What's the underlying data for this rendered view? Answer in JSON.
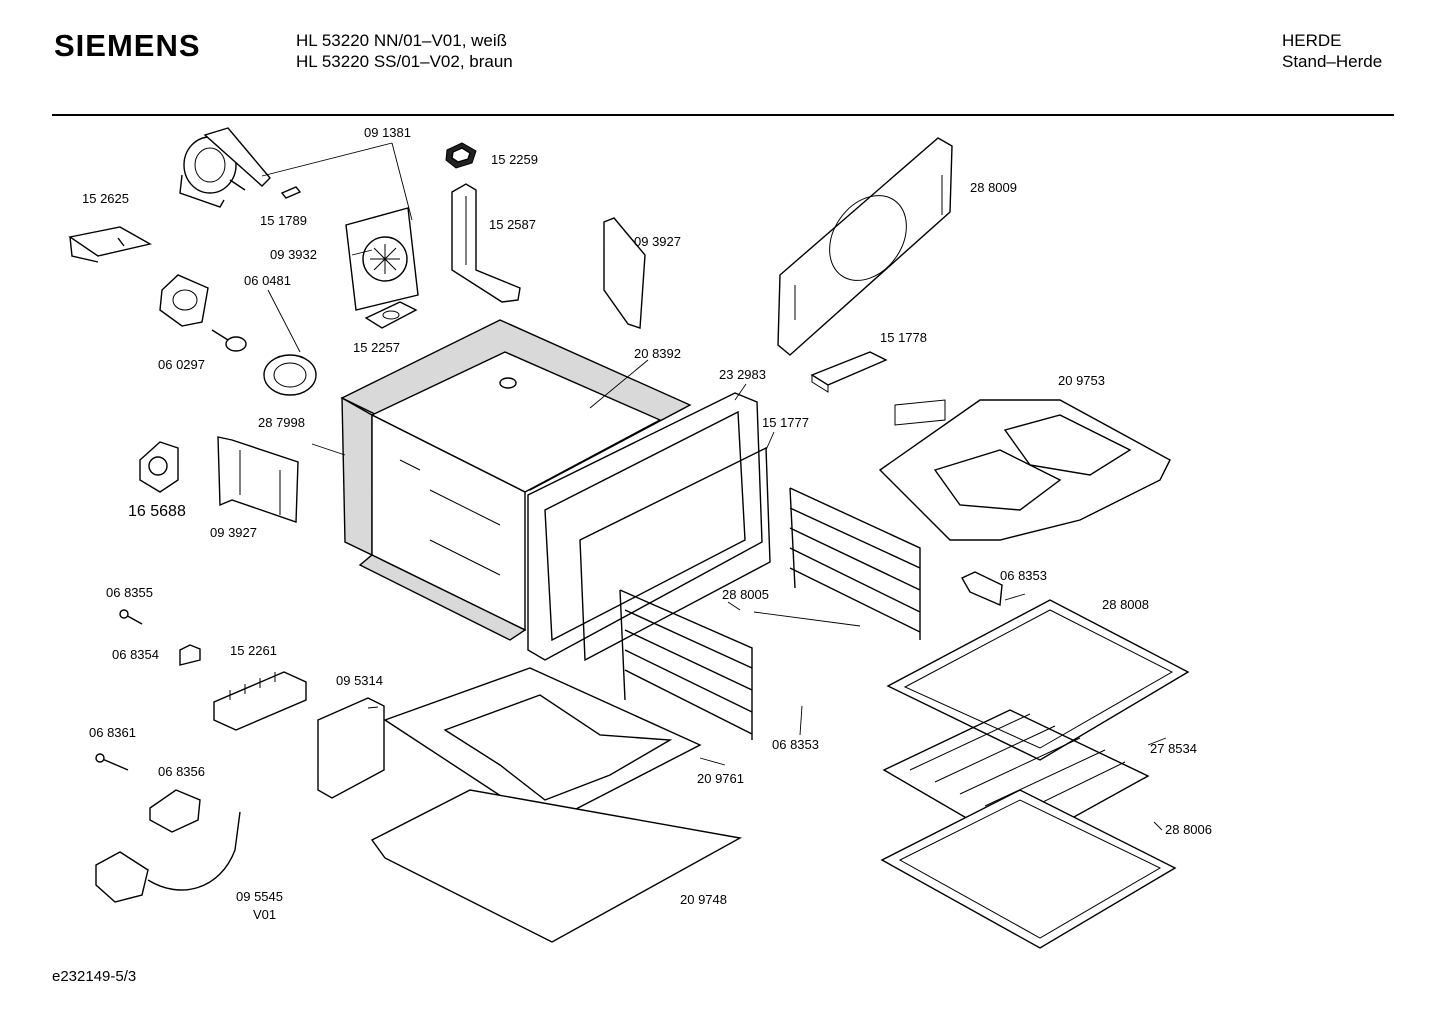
{
  "header": {
    "brand": "SIEMENS",
    "model_line_1": "HL 53220 NN/01–V01, weiß",
    "model_line_2": "HL 53220 SS/01–V02, braun",
    "category_line_1": "HERDE",
    "category_line_2": "Stand–Herde"
  },
  "footer": {
    "document_id": "e232149-5/3"
  },
  "part_numbers": {
    "p091381": "09 1381",
    "p152259": "15 2259",
    "p288009": "28 8009",
    "p152625": "15 2625",
    "p151789": "15 1789",
    "p152587": "15 2587",
    "p093927a": "09 3927",
    "p093932": "09 3932",
    "p060481": "06 0481",
    "p152257": "15 2257",
    "p151778": "15 1778",
    "p060297": "06 0297",
    "p208392": "20 8392",
    "p232983": "23 2983",
    "p209753": "20 9753",
    "p287998": "28 7998",
    "p151777": "15 1777",
    "p165688": "16 5688",
    "p093927b": "09 3927",
    "p068355": "06 8355",
    "p068353a": "06 8353",
    "p288005": "28 8005",
    "p288008": "28 8008",
    "p068354": "06 8354",
    "p152261": "15 2261",
    "p095314": "09 5314",
    "p068353b": "06 8353",
    "p068361": "06 8361",
    "p278534": "27 8534",
    "p068356": "06 8356",
    "p209761": "20 9761",
    "p288006": "28 8006",
    "p095545": "09 5545",
    "v01": "V01",
    "p209748": "20 9748"
  }
}
